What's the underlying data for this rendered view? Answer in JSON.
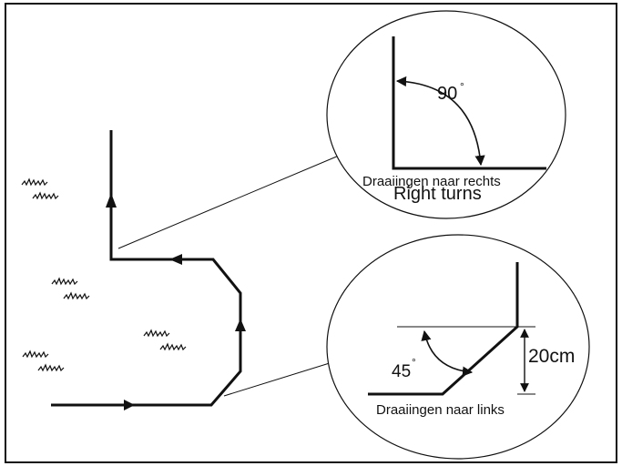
{
  "labels": {
    "right_angle": "90",
    "right_caption_nl": "Draaiingen naar rechts",
    "right_caption_en": "Right turns",
    "left_angle": "45",
    "left_caption_nl": "Draaiingen naar links",
    "offset": "20cm",
    "degree_symbol": "°"
  },
  "colors": {
    "line": "#111111",
    "background": "#ffffff"
  },
  "icons": {
    "grass": "grass-tuft-icon",
    "arrow": "direction-arrow-icon"
  }
}
